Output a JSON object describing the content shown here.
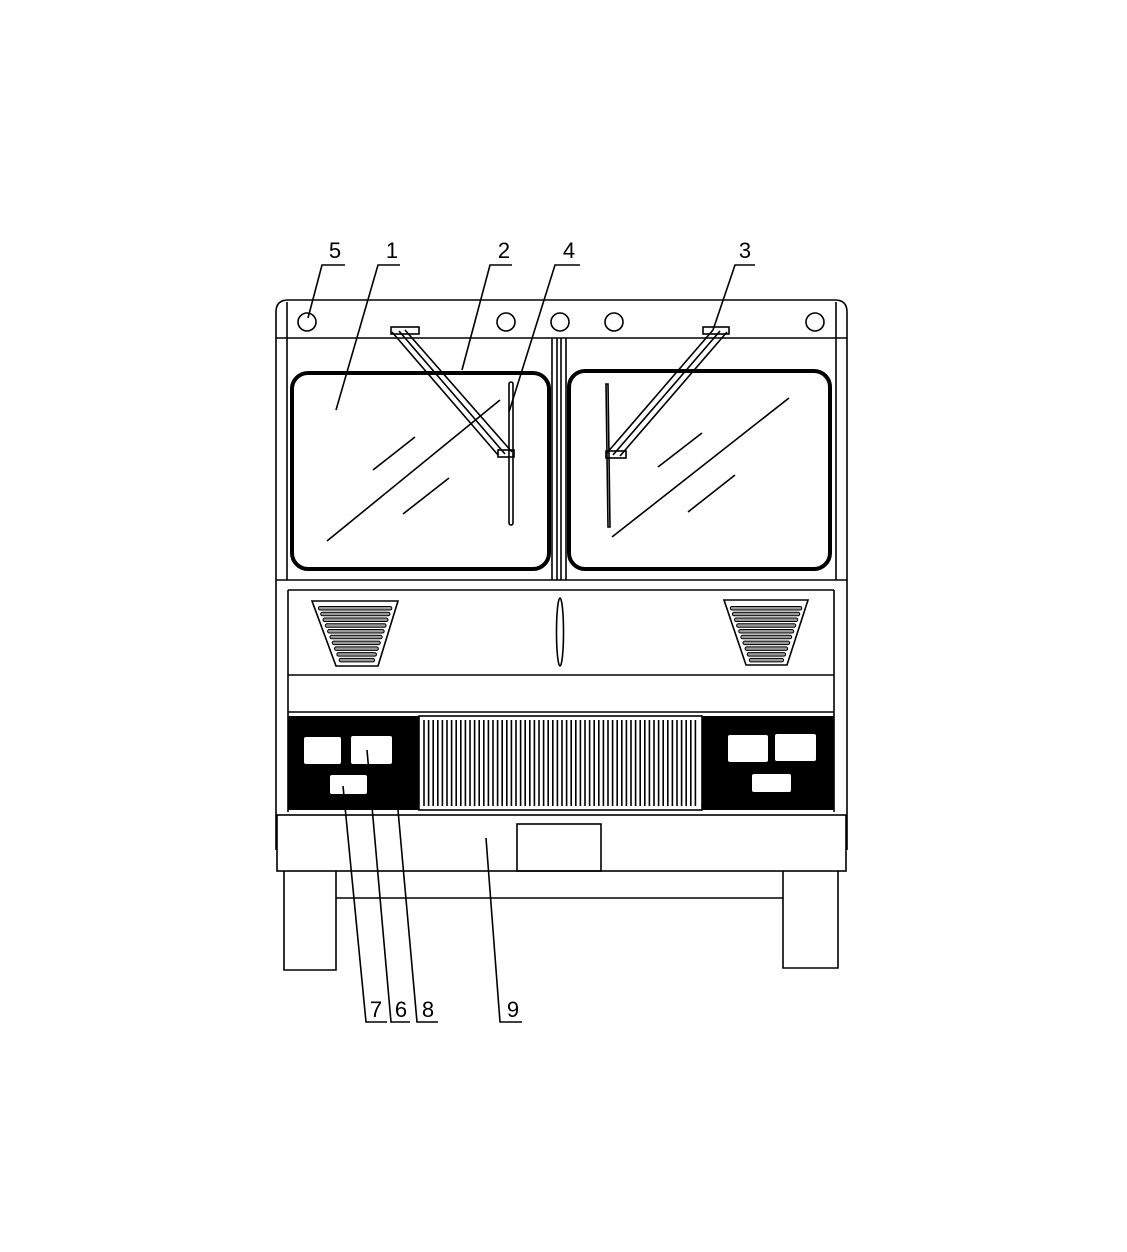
{
  "figure": {
    "labels": {
      "lights": "5",
      "windshield": "1",
      "wiper_arm_left": "2",
      "wiper_blade": "4",
      "wiper_arm_right": "3",
      "lamp_lower": "7",
      "lamp_upper": "6",
      "lamp_panel": "8",
      "bumper": "9"
    }
  }
}
